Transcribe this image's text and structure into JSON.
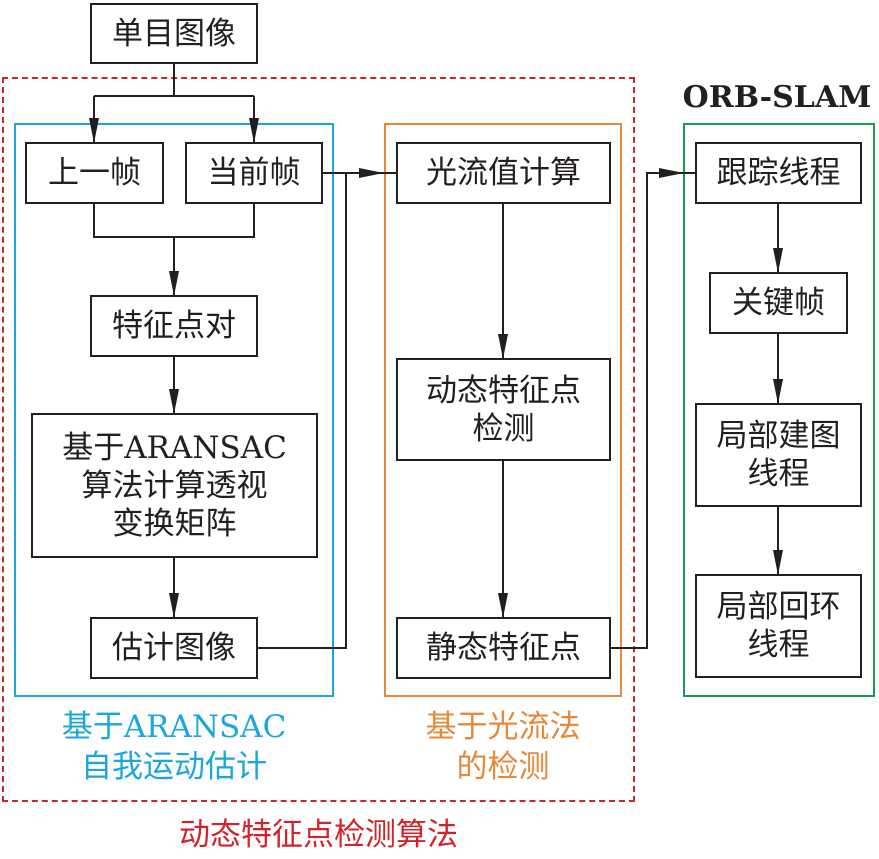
{
  "diagram": {
    "top_node": "单目图像",
    "colors": {
      "outer": "#c4272f",
      "aransac": "#1ba6df",
      "optical": "#e8883a",
      "orbslam": "#1a9a5a",
      "line": "#231f20"
    },
    "groups": {
      "outer": {
        "label": "动态特征点检测算法"
      },
      "aransac": {
        "label": "基于ARANSAC\n自我运动估计"
      },
      "optical": {
        "label": "基于光流法\n的检测"
      },
      "orbslam": {
        "label": "ORB-SLAM"
      }
    },
    "nodes": {
      "prev_frame": "上一帧",
      "curr_frame": "当前帧",
      "feature_pairs": "特征点对",
      "ransac_matrix": "基于ARANSAC\n算法计算透视\n变换矩阵",
      "estimated_image": "估计图像",
      "flow_compute": "光流值计算",
      "dynamic_detect": "动态特征点\n检测",
      "static_points": "静态特征点",
      "tracking": "跟踪线程",
      "keyframe": "关键帧",
      "local_mapping": "局部建图\n线程",
      "loop_closing": "局部回环\n线程"
    },
    "edges": [
      [
        "单目图像",
        "上一帧"
      ],
      [
        "单目图像",
        "当前帧"
      ],
      [
        "上一帧",
        "特征点对"
      ],
      [
        "当前帧",
        "特征点对"
      ],
      [
        "特征点对",
        "基于ARANSAC算法计算透视变换矩阵"
      ],
      [
        "基于ARANSAC算法计算透视变换矩阵",
        "估计图像"
      ],
      [
        "当前帧",
        "光流值计算"
      ],
      [
        "估计图像",
        "光流值计算"
      ],
      [
        "光流值计算",
        "动态特征点检测"
      ],
      [
        "动态特征点检测",
        "静态特征点"
      ],
      [
        "静态特征点",
        "跟踪线程"
      ],
      [
        "跟踪线程",
        "关键帧"
      ],
      [
        "关键帧",
        "局部建图线程"
      ],
      [
        "局部建图线程",
        "局部回环线程"
      ]
    ]
  }
}
